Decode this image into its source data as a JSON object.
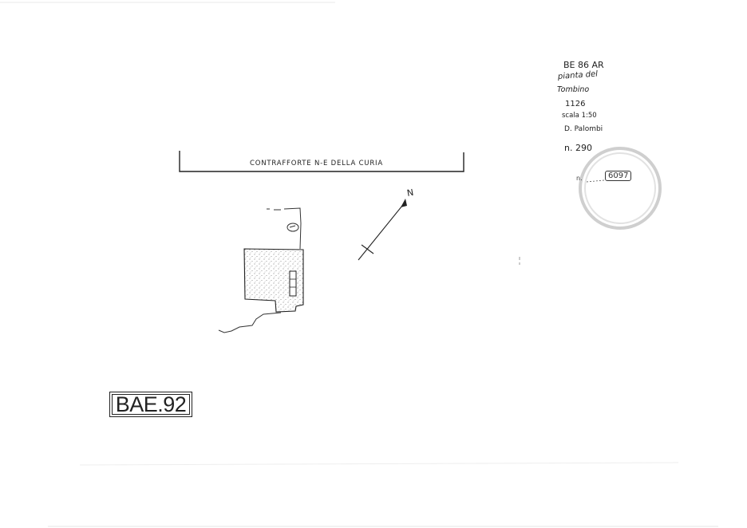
{
  "wall_label": "CONTRAFFORTE N-E DELLA CURIA",
  "north_label": "N",
  "title_block": {
    "line1": "BE 86 AR",
    "line2": "pianta del",
    "line3": "Tombino",
    "line4": "1126",
    "line5": "scala 1:50",
    "line6": "D. Palombi",
    "line7": "n. 290"
  },
  "stamp": {
    "prefix": "n.",
    "number": "6097"
  },
  "archive_label": "BAE.92"
}
